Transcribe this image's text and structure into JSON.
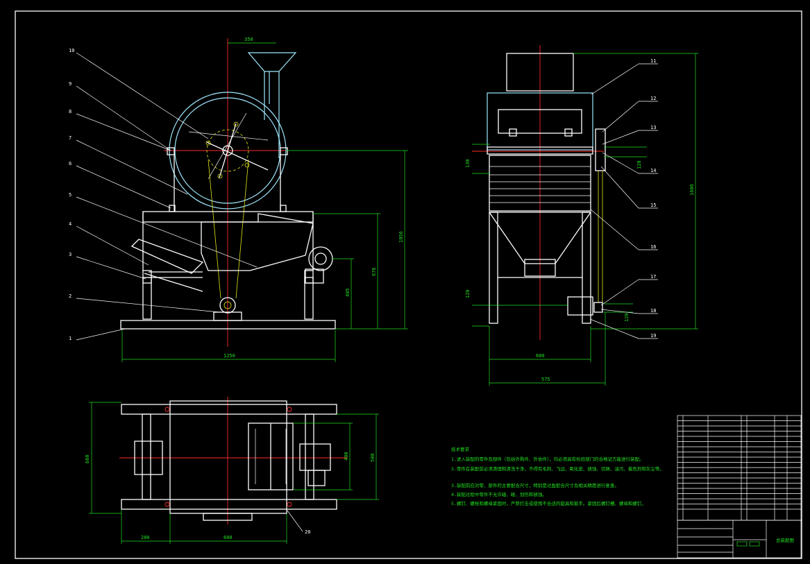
{
  "drawing": {
    "front_view": {
      "callouts": [
        "10",
        "9",
        "8",
        "7",
        "6",
        "5",
        "4",
        "3",
        "2",
        "1"
      ],
      "dims": {
        "top_width": "350",
        "height_overall": "1056",
        "height_mid": "676",
        "height_low": "405",
        "base_width": "1250"
      }
    },
    "side_view": {
      "callouts": [
        "11",
        "12",
        "13",
        "14",
        "15",
        "16",
        "17",
        "18",
        "19"
      ],
      "dims": {
        "height_overall": "1606",
        "left_small": "130",
        "left_low": "120",
        "right_small_a": "120",
        "right_small_b": "120",
        "base_inner": "600",
        "base_outer": "575"
      }
    },
    "top_view": {
      "callout": "20",
      "dims": {
        "left_height": "660",
        "right_inner": "400",
        "right_outer": "500",
        "bottom_left": "280",
        "bottom_right": "600"
      }
    },
    "notes": {
      "title": "技术要求",
      "lines": [
        "1.进入装配的零件及部件（包括外购件、外协件），均必须具有检验部门的合格证方能进行装配。",
        "2.零件在装配前必须清理和清洗干净，不得有毛刺、飞边、氧化皮、锈蚀、切屑、油污、着色剂和灰尘等。",
        "3.装配前应对零、部件的主要配合尺寸，特别是过盈配合尺寸及相关精度进行复查。",
        "4.装配过程中零件不允许磕、碰、划伤和锈蚀。",
        "5.螺钉、螺栓和螺母紧固时，严禁打击或使用不合适的旋具和扳手。紧固后螺钉槽、螺母和螺钉。"
      ]
    },
    "title_block": {
      "drawing_name": "总装配图"
    }
  }
}
